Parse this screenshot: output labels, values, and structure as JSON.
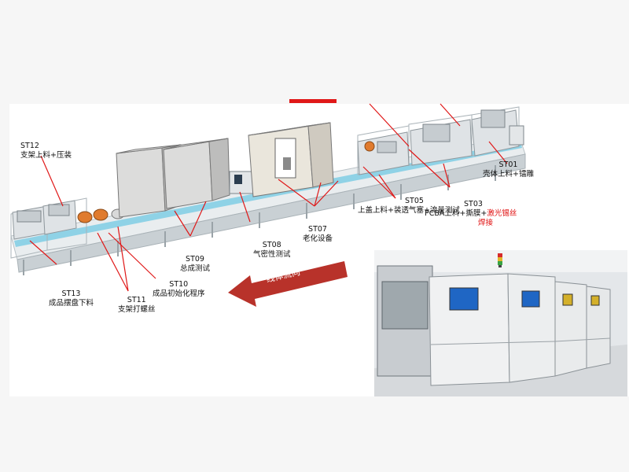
{
  "stations": [
    {
      "code": "ST01",
      "name": "壳体上料+镭雕"
    },
    {
      "code": "ST03",
      "name": "PCBA上料+撕膜+",
      "name_red": "激光锡丝",
      "name2_red": "焊接"
    },
    {
      "code": "ST05",
      "name": "上盖上料+装透气塞+流量测试"
    },
    {
      "code": "ST07",
      "name": "老化设备"
    },
    {
      "code": "ST08",
      "name": "气密性测试"
    },
    {
      "code": "ST09",
      "name": "总成测试"
    },
    {
      "code": "ST10",
      "name": "成品初始化程序"
    },
    {
      "code": "ST11",
      "name": "支架打螺丝"
    },
    {
      "code": "ST12",
      "name": "支架上料+压装"
    },
    {
      "code": "ST13",
      "name": "成品摆盘下料"
    }
  ],
  "flow_label": "线体流向",
  "colors": {
    "arrow": "#b8322a",
    "leader": "#e01818",
    "frame": "#cfd6da",
    "conveyor": "#8fd2e6",
    "enclosure": "#d8d8d6"
  }
}
